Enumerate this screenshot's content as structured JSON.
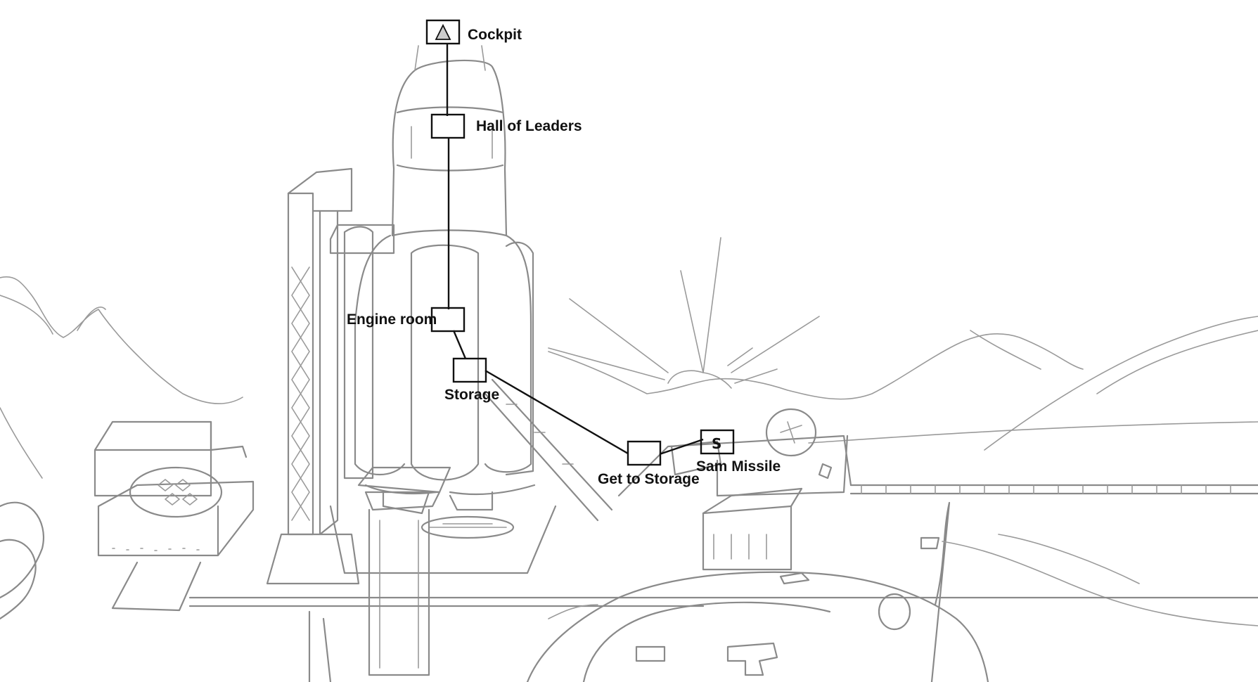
{
  "diagram": {
    "style_colors": {
      "sketch": "#8a8a8a",
      "overlay": "#111111",
      "background": "#ffffff"
    },
    "nodes": [
      {
        "id": "cockpit",
        "label": "Cockpit",
        "icon": "warning-triangle-icon"
      },
      {
        "id": "hall",
        "label": "Hall of Leaders"
      },
      {
        "id": "engine",
        "label": "Engine room"
      },
      {
        "id": "storage",
        "label": "Storage"
      },
      {
        "id": "get_storage",
        "label": "Get to Storage"
      },
      {
        "id": "sam",
        "label": "Sam Missile",
        "glyph": "S"
      }
    ],
    "edges": [
      {
        "from": "cockpit",
        "to": "hall"
      },
      {
        "from": "hall",
        "to": "engine"
      },
      {
        "from": "engine",
        "to": "storage"
      },
      {
        "from": "storage",
        "to": "get_storage"
      },
      {
        "from": "get_storage",
        "to": "sam"
      }
    ]
  }
}
